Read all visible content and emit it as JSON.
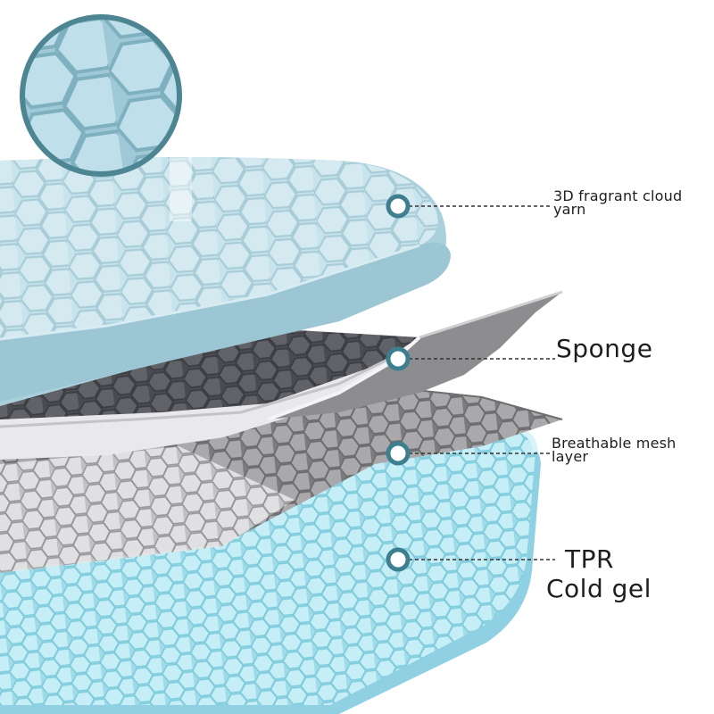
{
  "layers": [
    {
      "id": "yarn",
      "lines": [
        "3D fragrant cloud",
        "yarn"
      ]
    },
    {
      "id": "sponge",
      "lines": [
        "Sponge"
      ]
    },
    {
      "id": "mesh",
      "lines": [
        "Breathable mesh",
        "layer"
      ]
    },
    {
      "id": "tpr",
      "lines": [
        "TPR",
        "Cold gel"
      ]
    }
  ],
  "colors": {
    "top_fabric": "#bfdde6",
    "top_fabric_dark": "#9cc6d3",
    "sponge_top": "#55565c",
    "sponge_edge": "#d6d6d8",
    "mesh": "#8c8c8e",
    "gel": "#b7e6f0",
    "gel_edge": "#8fd1e2",
    "marker": "#3d7f8f",
    "dash": "#333333"
  }
}
